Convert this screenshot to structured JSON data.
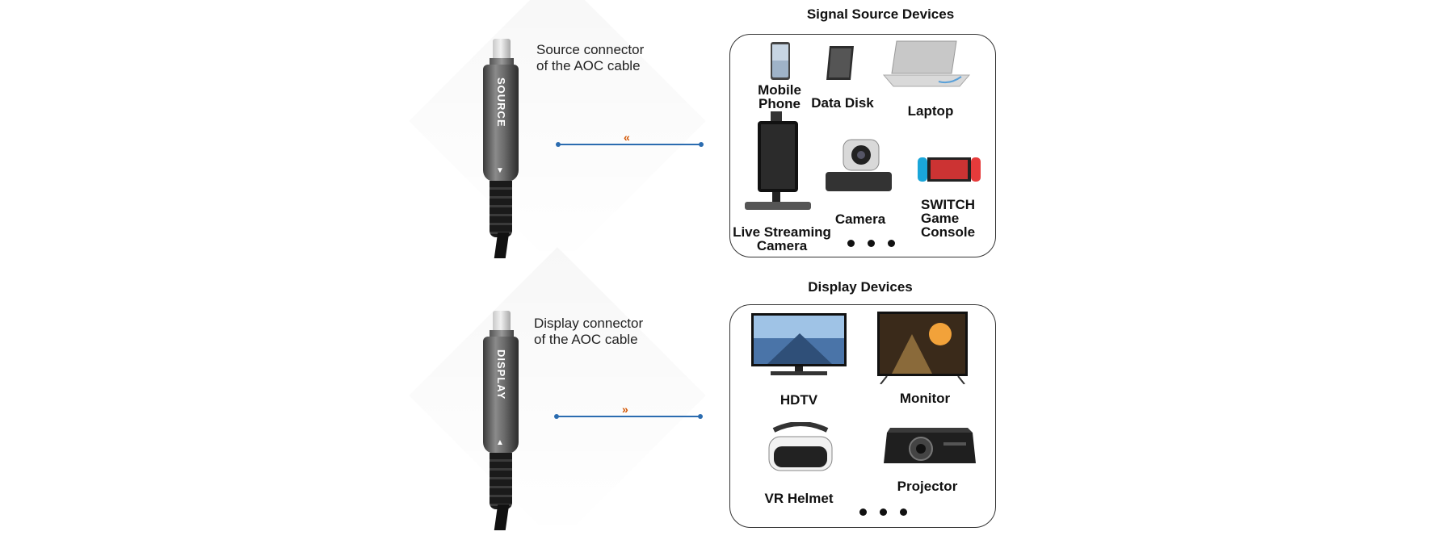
{
  "source_section": {
    "title": "Signal Source Devices",
    "connector_label_line1": "Source connector",
    "connector_label_line2": "of the AOC cable",
    "connector_text": "SOURCE",
    "devices": [
      {
        "label": "Mobile\nPhone",
        "icon": "mobile-phone-icon"
      },
      {
        "label": "Data Disk",
        "icon": "data-disk-icon"
      },
      {
        "label": "Laptop",
        "icon": "laptop-icon"
      },
      {
        "label": "Live Streaming\nCamera",
        "icon": "live-streaming-camera-icon"
      },
      {
        "label": "Camera",
        "icon": "camera-icon"
      },
      {
        "label": "SWITCH\nGame\nConsole",
        "icon": "game-console-icon"
      }
    ],
    "arrow_direction": "left"
  },
  "display_section": {
    "title": "Display Devices",
    "connector_label_line1": "Display connector",
    "connector_label_line2": "of the AOC cable",
    "connector_text": "DISPLAY",
    "devices": [
      {
        "label": "HDTV",
        "icon": "hdtv-icon"
      },
      {
        "label": "Monitor",
        "icon": "monitor-icon"
      },
      {
        "label": "VR Helmet",
        "icon": "vr-helmet-icon"
      },
      {
        "label": "Projector",
        "icon": "projector-icon"
      }
    ],
    "arrow_direction": "right"
  },
  "colors": {
    "line": "#2b6cb0",
    "chevron": "#d35400",
    "box_border": "#333333"
  }
}
